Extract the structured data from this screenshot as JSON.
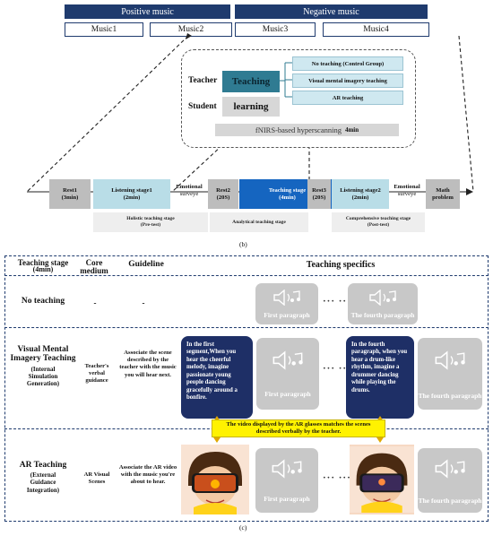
{
  "music_groups": {
    "positive": "Positive music",
    "negative": "Negative music"
  },
  "music_items": [
    "Music1",
    "Music2",
    "Music3",
    "Music4"
  ],
  "detail": {
    "teacher_label": "Teacher",
    "student_label": "Student",
    "teaching_box": "Teaching",
    "learning_box": "learning",
    "options": [
      "No teaching (Control Group)",
      "Visual mental imagery teaching",
      "AR  teaching"
    ],
    "fnirs_text": "fNIRS-based  hyperscanning",
    "fnirs_time": "4min"
  },
  "timeline": {
    "stages": [
      {
        "label": "Rest1",
        "time": "(3min)"
      },
      {
        "label": "Listening stage1",
        "time": "(2min)"
      },
      {
        "label": "Emotional",
        "time": "surveye"
      },
      {
        "label": "Rest2",
        "time": "(20S)"
      },
      {
        "label": "Teaching stage",
        "time": "(4min)"
      },
      {
        "label": "Rest3",
        "time": "(20S)"
      },
      {
        "label": "Listening stage2",
        "time": "(2min)"
      },
      {
        "label": "Emotional",
        "time": "surveye"
      },
      {
        "label": "Math",
        "time": "problem"
      }
    ],
    "sublabels": [
      {
        "line1": "Holistic teaching stage",
        "line2": "(Pre-test)"
      },
      {
        "line1": "Analytical teaching stage",
        "line2": ""
      },
      {
        "line1": "Comprehensive teaching stage",
        "line2": "(Post-test)"
      }
    ]
  },
  "caption_b": "(b)",
  "caption_c": "(c)",
  "table": {
    "headers": {
      "stage": "Teaching stage",
      "stage_time": "(4min)",
      "core": "Core",
      "core2": "medium",
      "guideline": "Guideline",
      "specifics": "Teaching specifics"
    },
    "rows": [
      {
        "title": "No teaching",
        "subtitle": [],
        "core": "-",
        "guideline": "-"
      },
      {
        "title": "Visual Mental Imagery Teaching",
        "subtitle": [
          "(Internal",
          "Simulation",
          "Generation)"
        ],
        "core": "Teacher's verbal guidance",
        "guideline": "Associate the scene described by the teacher with the music you will hear next."
      },
      {
        "title": "AR Teaching",
        "subtitle": [
          "(External",
          "Guidance",
          "Integration)"
        ],
        "core": "AR Visual Scenes",
        "guideline": "Associate the AR video with the music you're about to hear."
      }
    ],
    "paragraph_labels": {
      "first": "First paragraph",
      "fourth": "The fourth paragraph"
    },
    "ellipsis": "··· ···",
    "first_description": "In the first segment,When you hear the cheerful melody, imagine passionate young people dancing gracefully around a bonfire.",
    "fourth_description": "In the fourth paragraph, when you hear a drum-like rhythm, imagine a drummer dancing while playing the drums.",
    "ar_note": "The video displayed by the AR glasses matches the scenes described verbally by the teacher."
  },
  "icons": [
    "speaker-music-icon",
    "ar-glasses-child-icon"
  ],
  "colors": {
    "navy": "#1f3b6e",
    "teal": "#2f7b92",
    "light_blue": "#b9dde7",
    "strong_blue": "#1565c0",
    "gray_card": "#c8c8c8",
    "yellow_note": "#fff200"
  }
}
